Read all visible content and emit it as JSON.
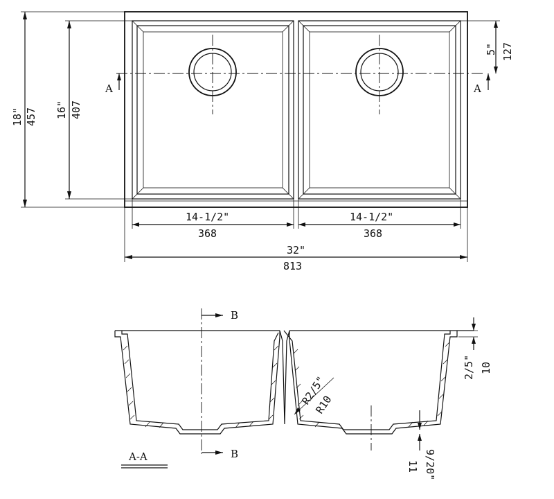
{
  "plan_view": {
    "overall_width": {
      "inches": "32\"",
      "mm": "813"
    },
    "overall_depth": {
      "inches": "18\"",
      "mm": "457"
    },
    "bowl_depth": {
      "inches": "16\"",
      "mm": "407"
    },
    "bowl_left_width": {
      "inches": "14-1/2\"",
      "mm": "368"
    },
    "bowl_right_width": {
      "inches": "14-1/2\"",
      "mm": "368"
    },
    "drain_offset": {
      "inches": "5\"",
      "mm": "127"
    },
    "section_marker_left": "A",
    "section_marker_right": "A"
  },
  "section_view": {
    "title": "A-A",
    "section_marker_top": "B",
    "section_marker_bottom": "B",
    "rim_thickness": {
      "inches": "2/5\"",
      "mm": "10"
    },
    "corner_radius": {
      "inches": "R2/5\"",
      "mm": "R10"
    },
    "bottom_thickness": {
      "inches": "9/20\"",
      "mm": "11"
    }
  }
}
